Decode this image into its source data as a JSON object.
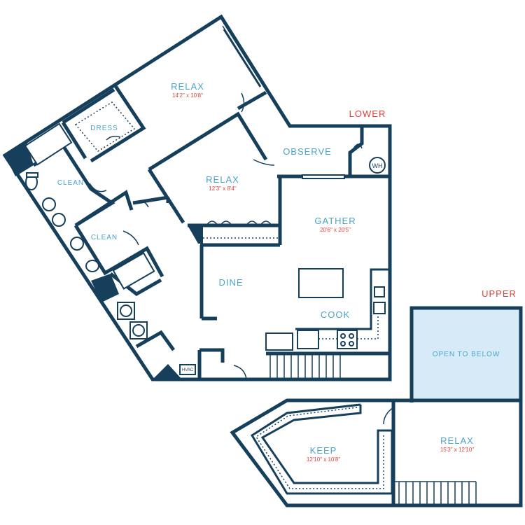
{
  "levels": {
    "lower": "LOWER",
    "upper": "UPPER"
  },
  "rooms": {
    "relax_main": {
      "name": "RELAX",
      "dims": "14'2\" x 10'8\""
    },
    "dress": {
      "name": "DRESS"
    },
    "relax_second": {
      "name": "RELAX",
      "dims": "12'3\" x 8'4\""
    },
    "observe": {
      "name": "OBSERVE"
    },
    "clean_upper": {
      "name": "CLEAN"
    },
    "clean_lower": {
      "name": "CLEAN"
    },
    "gather": {
      "name": "GATHER",
      "dims": "20'6\" x 20'5\""
    },
    "dine": {
      "name": "DINE"
    },
    "cook": {
      "name": "COOK"
    },
    "open_to_below": {
      "name": "OPEN TO BELOW"
    },
    "keep": {
      "name": "KEEP",
      "dims": "12'10\" x 10'8\""
    },
    "relax_upper": {
      "name": "RELAX",
      "dims": "15'3\" x 12'10\""
    }
  },
  "fixtures": {
    "water_heater": "WH",
    "hvac": "HVAC"
  },
  "colors": {
    "wall": "#163f5c",
    "room_label": "#4aa3cc",
    "dimension": "#e0413a",
    "open_area": "#d6ebf7"
  }
}
